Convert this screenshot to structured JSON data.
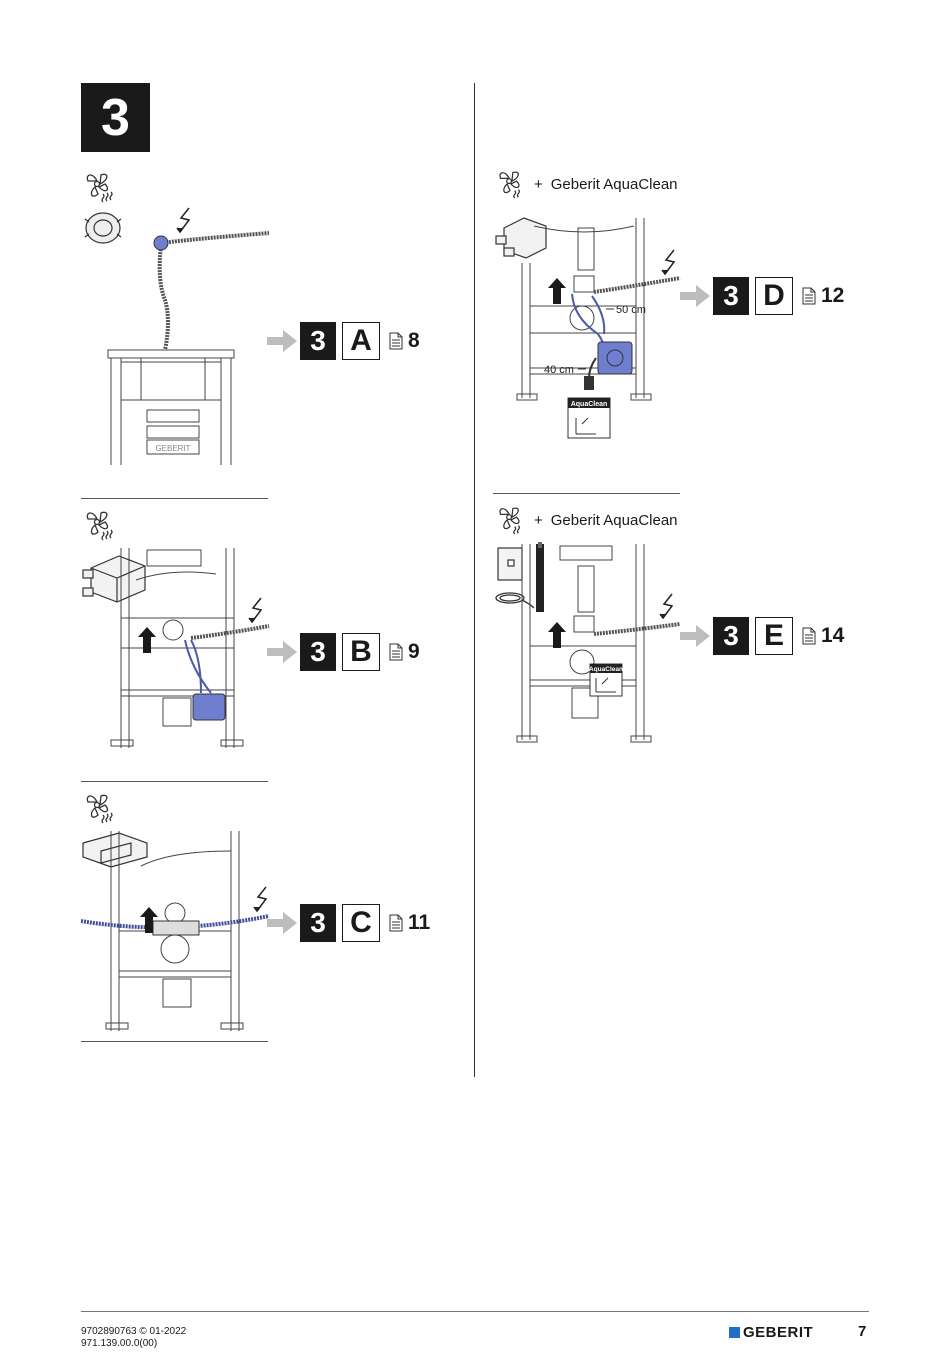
{
  "step": {
    "number": "3"
  },
  "refs": {
    "A": {
      "step": "3",
      "letter": "A",
      "page": "8"
    },
    "B": {
      "step": "3",
      "letter": "B",
      "page": "9"
    },
    "C": {
      "step": "3",
      "letter": "C",
      "page": "11"
    },
    "D": {
      "step": "3",
      "letter": "D",
      "page": "12"
    },
    "E": {
      "step": "3",
      "letter": "E",
      "page": "14"
    }
  },
  "captions": {
    "D": {
      "plus": "+",
      "product": "Geberit AquaClean"
    },
    "E": {
      "plus": "+",
      "product": "Geberit AquaClean"
    }
  },
  "figure_labels": {
    "len_50": "50 cm",
    "len_40": "40 cm",
    "aquaclean_tag_d": "AquaClean",
    "aquaclean_tag_e": "AquaClean",
    "frame_brand": "GEBERIT"
  },
  "footer": {
    "doc_line1": "9702890763 © 01-2022",
    "doc_line2": "971.139.00.0(00)",
    "brand": "GEBERIT",
    "page_number": "7"
  },
  "colors": {
    "accent_blue": "#1f6fc6",
    "part_blue": "#6f7fd0",
    "dark": "#1a1a1a",
    "arrow_grey": "#bdbdbd"
  },
  "icons": [
    "fan-icon",
    "lightning-icon",
    "document-icon",
    "arrow-right-icon",
    "arrow-up-icon"
  ]
}
